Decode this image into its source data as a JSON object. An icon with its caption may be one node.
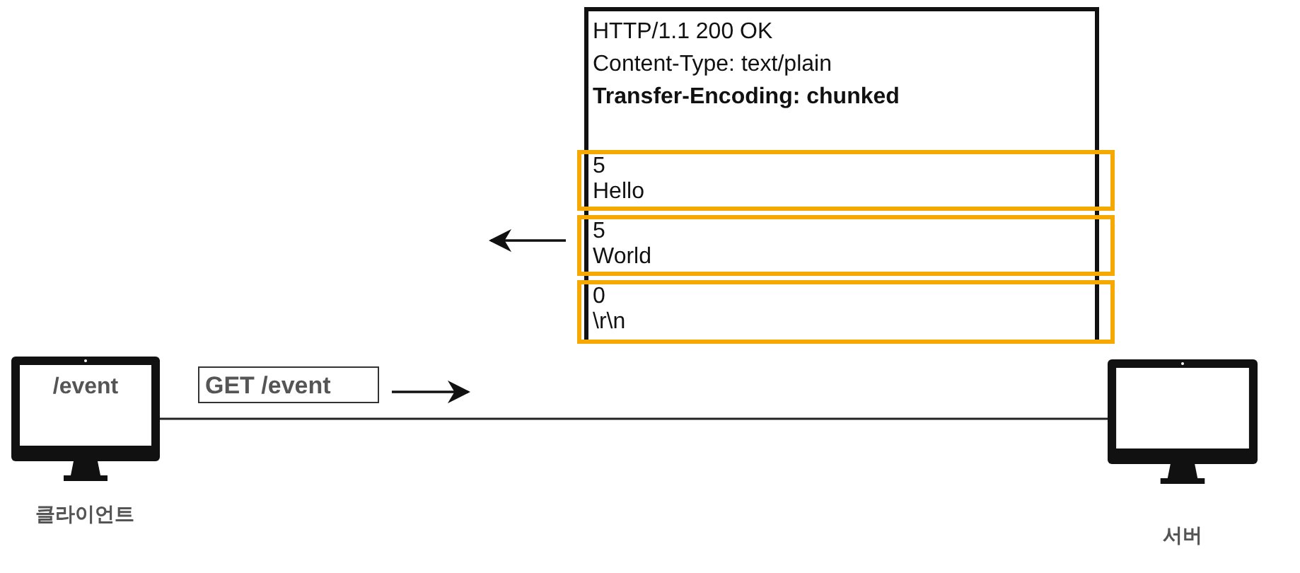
{
  "diagram": {
    "nodes": [
      {
        "text": [
          "/event"
        ],
        "beside": [
          "클라이언트"
        ]
      },
      {
        "text": [],
        "shape": "monitor",
        "beside": [
          "서버"
        ]
      },
      {
        "text": [
          "GET /event"
        ]
      },
      {
        "text": [
          "HTTP/1.1 200 OK",
          "Content-Type: text/plain",
          "Transfer-Encoding: chunked"
        ]
      },
      {
        "text": [
          "5",
          "Hello"
        ],
        "in": 3
      },
      {
        "text": [
          "5",
          "World"
        ],
        "in": 3
      },
      {
        "text": [
          "0",
          "\\r\\n"
        ],
        "in": 3
      }
    ],
    "edges": [
      {
        "from": 0,
        "to": 1,
        "arrow": "none"
      }
    ]
  }
}
